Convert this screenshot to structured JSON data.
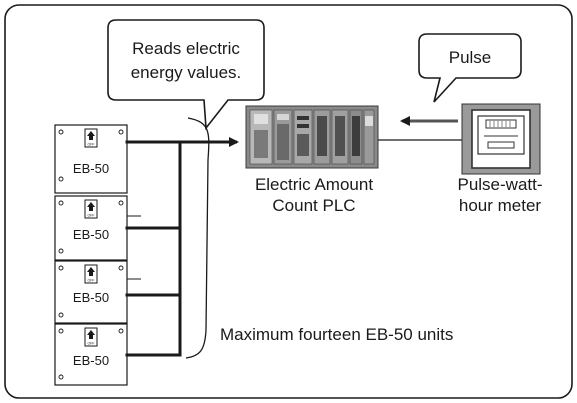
{
  "callouts": {
    "reads": [
      "Reads electric",
      "energy values."
    ],
    "pulse": "Pulse"
  },
  "devices": {
    "plc_label": [
      "Electric Amount",
      "Count PLC"
    ],
    "meter_label": [
      "Pulse-watt-",
      "hour meter"
    ],
    "eb_units": [
      {
        "label": "EB-50",
        "switch_text": "OFF"
      },
      {
        "label": "EB-50",
        "switch_text": "OFF"
      },
      {
        "label": "EB-50",
        "switch_text": "OFF"
      },
      {
        "label": "EB-50",
        "switch_text": "OFF"
      }
    ]
  },
  "note": "Maximum fourteen EB-50 units"
}
